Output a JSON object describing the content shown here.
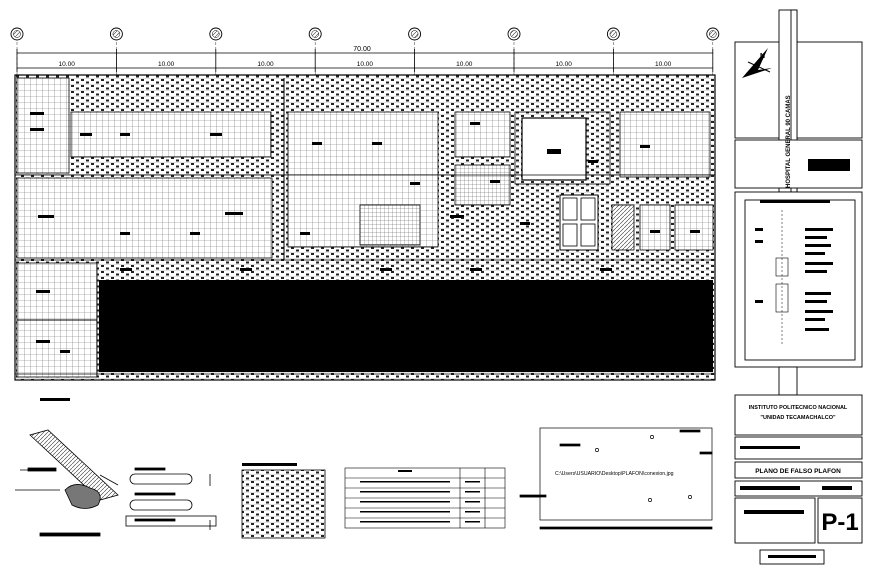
{
  "sheet": {
    "project_title": "HOSPITAL GENERAL 90 CAMAS",
    "north_label": "N",
    "institution_line1": "INSTITUTO POLITECNICO NACIONAL",
    "institution_line2": "\"UNIDAD TECAMACHALCO\"",
    "plan_title": "PLANO DE  FALSO PLAFON",
    "sheet_number": "P-1"
  },
  "dimensions": {
    "overall": "70.00",
    "bays": [
      "10.00",
      "10.00",
      "10.00",
      "10.00",
      "10.00",
      "10.00",
      "10.00"
    ]
  },
  "grid_axes": [
    "1",
    "2",
    "3",
    "4",
    "5",
    "6",
    "7",
    "8"
  ],
  "reference_image": {
    "path_text": "C:\\Users\\USUARIO\\Desktop\\PLAFON\\conexion.jpg"
  },
  "colors": {
    "line": "#000000",
    "paper": "#ffffff",
    "fill": "#000000",
    "pattern_gray": "#9a9a9a"
  }
}
